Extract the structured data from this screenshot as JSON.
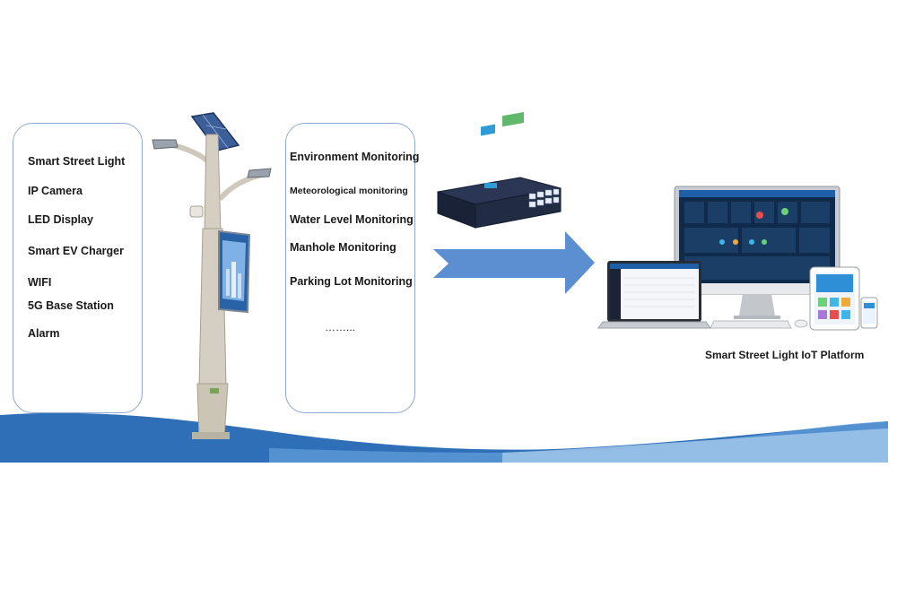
{
  "left_panel": {
    "items": [
      "Smart Street Light",
      "IP Camera",
      "LED Display",
      "Smart EV Charger",
      "WIFI",
      "5G Base Station",
      "Alarm"
    ]
  },
  "right_panel": {
    "items": [
      "Environment Monitoring",
      "Meteorological monitoring",
      "Water Level Monitoring",
      "Manhole Monitoring",
      "Parking Lot Monitoring",
      "……..."
    ]
  },
  "platform": {
    "caption": "Smart Street Light IoT Platform"
  },
  "colors": {
    "arrow": "#5b8fd1",
    "wave_dark": "#2e6fb8",
    "wave_light": "#9cc3e8",
    "box_border": "#8fa8cf",
    "gateway_body": "#1f2a44",
    "gateway_port": "#2f9bd6"
  }
}
